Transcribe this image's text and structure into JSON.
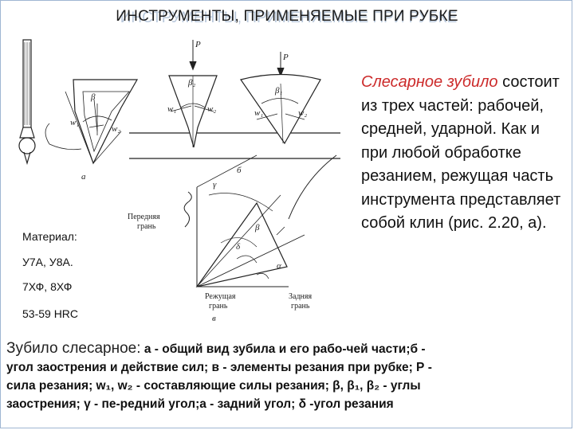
{
  "slide": {
    "title": "ИНСТРУМЕНТЫ, ПРИМЕНЯЕМЫЕ ПРИ РУБКЕ"
  },
  "figure": {
    "labels": {
      "P": "P",
      "beta": "β",
      "beta1": "β₁",
      "beta2": "β₂",
      "w1": "w₁",
      "w2": "w₂",
      "fig_a": "а",
      "fig_b": "б",
      "fig_v": "в",
      "gamma": "γ",
      "delta": "δ",
      "alpha": "α",
      "front_face": "Передняя грань",
      "cutting_edge": "Режущая грань",
      "back_face": "Задняя грань"
    }
  },
  "material": {
    "heading": "Материал:",
    "line1": "У7А, У8А.",
    "line2": "7ХФ, 8ХФ",
    "hardness": "53-59 HRC"
  },
  "description": {
    "highlight": "Слесарное зубило",
    "text": "состоит из трех частей: рабочей, средней, ударной. Как и при любой обработке резанием, режущая часть инструмента представляет собой клин (рис. 2.20, а)."
  },
  "caption": {
    "lead": "Зубило слесарное:",
    "line1": " а - общий вид зубила и его рабо-чей части;б -",
    "line2": "угол заострения и действие сил; в - элементы резания при рубке; Р -",
    "line3": "сила резания; w₁, w₂ - составляющие силы резания; β, β₁, β₂ - углы",
    "line4": "заострения; γ - пе-редний угол;а - задний угол; δ -угол резания"
  },
  "colors": {
    "highlight": "#cc2a2a",
    "frame": "#9fb6d2",
    "ink": "#111111"
  }
}
